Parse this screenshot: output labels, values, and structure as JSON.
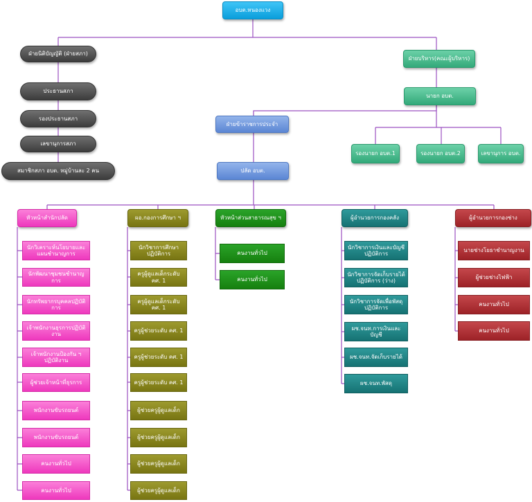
{
  "top": "อบต.หนองแวง",
  "legislative": {
    "header": "ฝ่ายนิติบัญญัติ (ฝ่ายสภา)",
    "items": [
      "ประธานสภา",
      "รองประธานสภา",
      "เลขานุการสภา",
      "สมาชิกสภา อบต. หมู่บ้านละ 2 คน"
    ]
  },
  "executive": {
    "header": "ฝ่ายบริหาร(คณะผู้บริหาร)",
    "chief": "นายก อบต.",
    "items": [
      "รองนายก อบต.1",
      "รองนายก อบต.2",
      "เลขานุการ อบต."
    ]
  },
  "permanent": "ฝ่ายข้าราชการประจำ",
  "palad": "ปลัด อบต.",
  "departments": [
    {
      "head": "หัวหน้าสำนักปลัด",
      "color": "#ee38bd",
      "items": [
        "นักวิเคราะห์นโยบายและแผนชำนาญการ",
        "นักพัฒนาชุมชนชำนาญการ",
        "นักทรัพยากรบุคคลปฏิบัติการ",
        "เจ้าพนักงานธุรการปฏิบัติงาน",
        "เจ้าพนักงานป้องกัน ฯ ปฏิบัติงาน",
        "ผู้ช่วยเจ้าหน้าที่ธุรการ",
        "พนักงานขับรถยนต์",
        "พนักงานขับรถยนต์",
        "คนงานทั่วไป",
        "คนงานทั่วไป"
      ]
    },
    {
      "head": "ผอ.กองการศึกษา ฯ",
      "color": "#787512",
      "items": [
        "นักวิชาการศึกษาปฏิบัติการ",
        "ครูผู้ดูแลเด็กระดับ คศ. 1",
        "ครูผู้ดูแลเด็กระดับ คศ. 1",
        "ครูผู้ช่วยระดับ คศ. 1",
        "ครูผู้ช่วยระดับ คศ. 1",
        "ครูผู้ช่วยระดับ คศ. 1",
        "ผู้ช่วยครูผู้ดูแลเด็ก",
        "ผู้ช่วยครูผู้ดูแลเด็ก",
        "ผู้ช่วยครูผู้ดูแลเด็ก",
        "ผู้ช่วยครูผู้ดูแลเด็ก"
      ]
    },
    {
      "head": "หัวหน้าส่วนสาธารณสุข ฯ",
      "color": "#16800f",
      "items": [
        "คนงานทั่วไป",
        "คนงานทั่วไป"
      ]
    },
    {
      "head": "ผู้อำนวยการกองคลัง",
      "color": "#167273",
      "items": [
        "นักวิชาการเงินและบัญชีปฏิบัติการ",
        "นักวิชาการจัดเก็บรายได้ปฏิบัติการ (ว่าง)",
        "นักวิชาการจัดเพื่อพัสดุปฏิบัติการ",
        "ผช.จนท.การเงินและบัญชี",
        "ผช.จนท.จัดเก็บรายได้",
        "ผช.จนท.พัสดุ"
      ]
    },
    {
      "head": "ผู้อำนวยการกองช่าง",
      "color": "#9d2227",
      "items": [
        "นายช่างโยธาชำนาญงาน",
        "ผู้ช่วยช่างไฟฟ้า",
        "คนงานทั่วไป",
        "คนงานทั่วไป"
      ]
    }
  ]
}
